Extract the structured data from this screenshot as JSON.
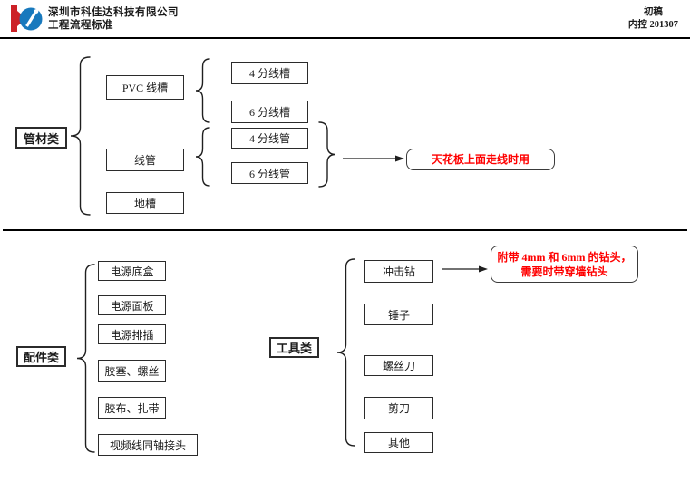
{
  "header": {
    "company": "深圳市科佳达科技有限公司",
    "doc_title": "工程流程标准",
    "draft_label": "初稿",
    "control_label": "内控 201307"
  },
  "pipes": {
    "root": "管材类",
    "pvc": "PVC 线槽",
    "pvc_children": {
      "c1": "4 分线槽",
      "c2": "6 分线槽"
    },
    "conduit": "线管",
    "conduit_children": {
      "c1": "4 分线管",
      "c2": "6 分线管"
    },
    "floor": "地槽",
    "note": "天花板上面走线时用"
  },
  "accessories": {
    "root": "配件类",
    "items": [
      "电源底盒",
      "电源面板",
      "电源排插",
      "胶塞、螺丝",
      "胶布、扎带",
      "视频线同轴接头"
    ]
  },
  "tools": {
    "root": "工具类",
    "items": [
      "冲击钻",
      "锤子",
      "螺丝刀",
      "剪刀",
      "其他"
    ],
    "note_line1": "附带 4mm 和 6mm 的钻头，",
    "note_line2": "需要时带穿墙钻头"
  },
  "colors": {
    "annotation_text": "#ff0000",
    "logo_red": "#cc2127",
    "logo_blue": "#1879bd",
    "line_black": "#000000"
  }
}
